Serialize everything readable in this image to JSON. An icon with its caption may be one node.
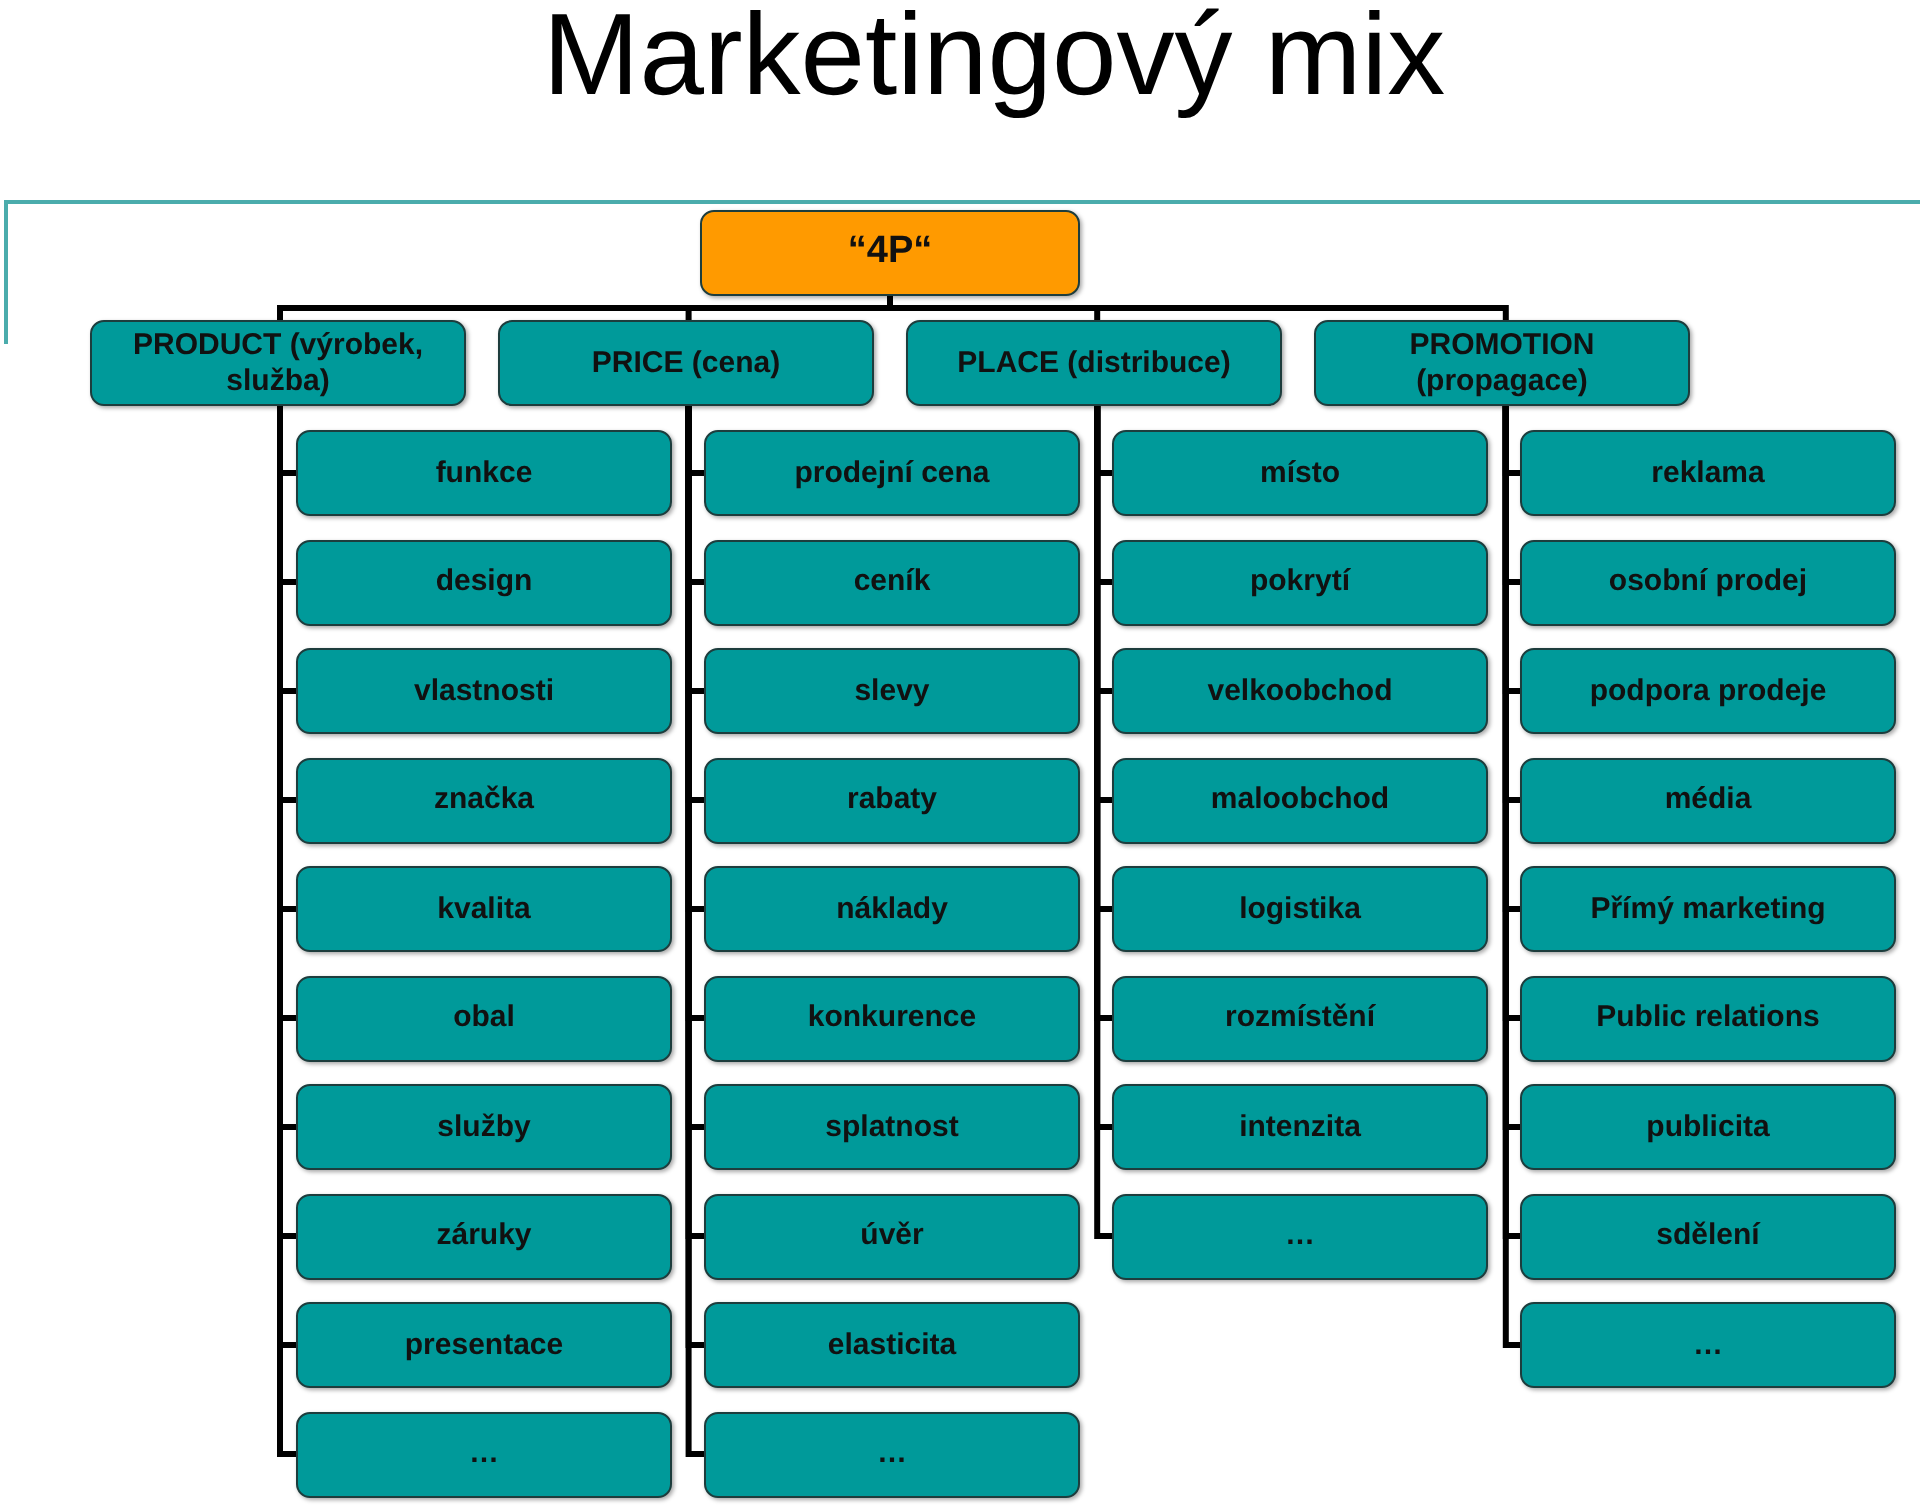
{
  "diagram": {
    "title": "Marketingový mix",
    "nodes": [
      {
        "text": [
          "“4P“"
        ]
      },
      {
        "text": [
          "PRODUCT (výrobek, služba)"
        ]
      },
      {
        "text": [
          "PRICE (cena)"
        ]
      },
      {
        "text": [
          "PLACE (distribuce)"
        ]
      },
      {
        "text": [
          "PROMOTION (propagace)"
        ]
      },
      {
        "text": [
          "funkce"
        ]
      },
      {
        "text": [
          "design"
        ]
      },
      {
        "text": [
          "vlastnosti"
        ]
      },
      {
        "text": [
          "značka"
        ]
      },
      {
        "text": [
          "kvalita"
        ]
      },
      {
        "text": [
          "obal"
        ]
      },
      {
        "text": [
          "služby"
        ]
      },
      {
        "text": [
          "záruky"
        ]
      },
      {
        "text": [
          "presentace"
        ]
      },
      {
        "text": [
          "…"
        ]
      },
      {
        "text": [
          "prodejní cena"
        ]
      },
      {
        "text": [
          "ceník"
        ]
      },
      {
        "text": [
          "slevy"
        ]
      },
      {
        "text": [
          "rabaty"
        ]
      },
      {
        "text": [
          "náklady"
        ]
      },
      {
        "text": [
          "konkurence"
        ]
      },
      {
        "text": [
          "splatnost"
        ]
      },
      {
        "text": [
          "úvěr"
        ]
      },
      {
        "text": [
          "elasticita"
        ]
      },
      {
        "text": [
          "…"
        ]
      },
      {
        "text": [
          "místo"
        ]
      },
      {
        "text": [
          "pokrytí"
        ]
      },
      {
        "text": [
          "velkoobchod"
        ]
      },
      {
        "text": [
          "maloobchod"
        ]
      },
      {
        "text": [
          "logistika"
        ]
      },
      {
        "text": [
          "rozmístění"
        ]
      },
      {
        "text": [
          "intenzita"
        ]
      },
      {
        "text": [
          "…"
        ]
      },
      {
        "text": [
          "reklama"
        ]
      },
      {
        "text": [
          "osobní prodej"
        ]
      },
      {
        "text": [
          "podpora prodeje"
        ]
      },
      {
        "text": [
          "média"
        ]
      },
      {
        "text": [
          "Přímý marketing"
        ]
      },
      {
        "text": [
          "Public relations"
        ]
      },
      {
        "text": [
          "publicita"
        ]
      },
      {
        "text": [
          "sdělení"
        ]
      },
      {
        "text": [
          "…"
        ]
      }
    ],
    "edges": [
      {
        "from": 0,
        "to": 1,
        "arrow": "none"
      },
      {
        "from": 0,
        "to": 2,
        "arrow": "none"
      },
      {
        "from": 0,
        "to": 3,
        "arrow": "none"
      },
      {
        "from": 0,
        "to": 4,
        "arrow": "none"
      },
      {
        "from": 1,
        "to": 5,
        "arrow": "none"
      },
      {
        "from": 1,
        "to": 6,
        "arrow": "none"
      },
      {
        "from": 1,
        "to": 7,
        "arrow": "none"
      },
      {
        "from": 1,
        "to": 8,
        "arrow": "none"
      },
      {
        "from": 1,
        "to": 9,
        "arrow": "none"
      },
      {
        "from": 1,
        "to": 10,
        "arrow": "none"
      },
      {
        "from": 1,
        "to": 11,
        "arrow": "none"
      },
      {
        "from": 1,
        "to": 12,
        "arrow": "none"
      },
      {
        "from": 1,
        "to": 13,
        "arrow": "none"
      },
      {
        "from": 1,
        "to": 14,
        "arrow": "none"
      },
      {
        "from": 2,
        "to": 15,
        "arrow": "none"
      },
      {
        "from": 2,
        "to": 16,
        "arrow": "none"
      },
      {
        "from": 2,
        "to": 17,
        "arrow": "none"
      },
      {
        "from": 2,
        "to": 18,
        "arrow": "none"
      },
      {
        "from": 2,
        "to": 19,
        "arrow": "none"
      },
      {
        "from": 2,
        "to": 20,
        "arrow": "none"
      },
      {
        "from": 2,
        "to": 21,
        "arrow": "none"
      },
      {
        "from": 2,
        "to": 22,
        "arrow": "none"
      },
      {
        "from": 2,
        "to": 23,
        "arrow": "none"
      },
      {
        "from": 2,
        "to": 24,
        "arrow": "none"
      },
      {
        "from": 3,
        "to": 25,
        "arrow": "none"
      },
      {
        "from": 3,
        "to": 26,
        "arrow": "none"
      },
      {
        "from": 3,
        "to": 27,
        "arrow": "none"
      },
      {
        "from": 3,
        "to": 28,
        "arrow": "none"
      },
      {
        "from": 3,
        "to": 29,
        "arrow": "none"
      },
      {
        "from": 3,
        "to": 30,
        "arrow": "none"
      },
      {
        "from": 3,
        "to": 31,
        "arrow": "none"
      },
      {
        "from": 3,
        "to": 32,
        "arrow": "none"
      },
      {
        "from": 4,
        "to": 33,
        "arrow": "none"
      },
      {
        "from": 4,
        "to": 34,
        "arrow": "none"
      },
      {
        "from": 4,
        "to": 35,
        "arrow": "none"
      },
      {
        "from": 4,
        "to": 36,
        "arrow": "none"
      },
      {
        "from": 4,
        "to": 37,
        "arrow": "none"
      },
      {
        "from": 4,
        "to": 38,
        "arrow": "none"
      },
      {
        "from": 4,
        "to": 39,
        "arrow": "none"
      },
      {
        "from": 4,
        "to": 40,
        "arrow": "none"
      },
      {
        "from": 4,
        "to": 41,
        "arrow": "none"
      }
    ]
  }
}
